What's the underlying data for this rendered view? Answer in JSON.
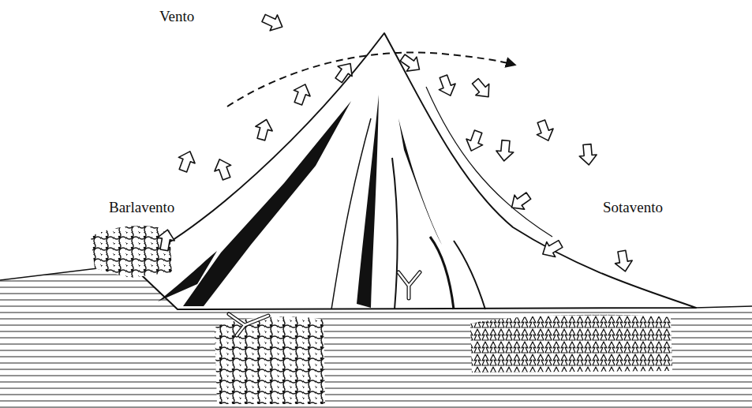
{
  "diagram": {
    "labels": [
      "Vento",
      "Barlavento",
      "Sotavento"
    ]
  }
}
